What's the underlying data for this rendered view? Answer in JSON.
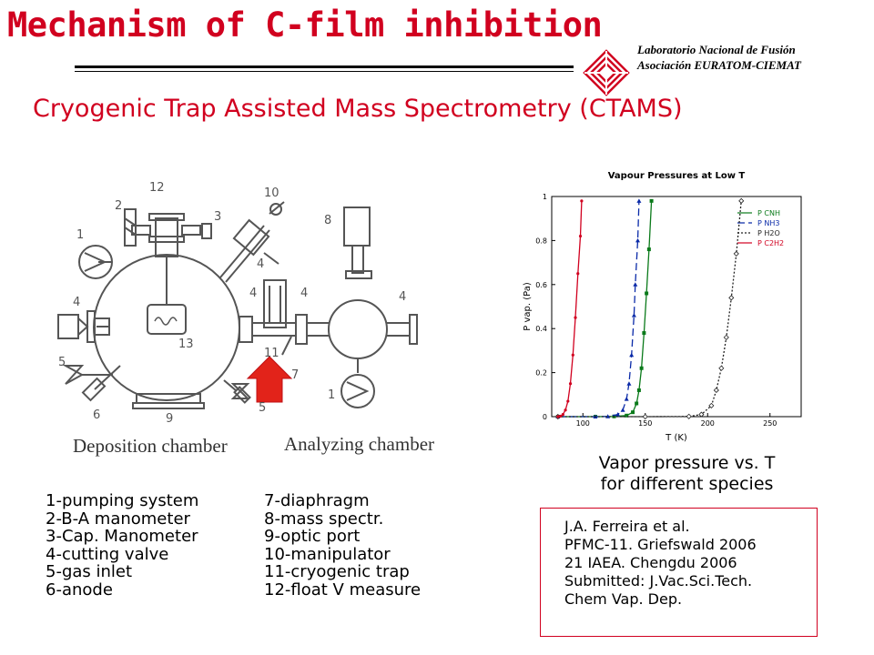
{
  "header": {
    "title": "Mechanism of C-film inhibition",
    "lab_line1": "Laboratorio Nacional de Fusión",
    "lab_line2": "Asociación EURATOM-CIEMAT",
    "subtitle": "Cryogenic Trap Assisted Mass Spectrometry (CTAMS)",
    "title_color": "#d1001f"
  },
  "diagram": {
    "deposition_caption": "Deposition chamber",
    "analyzing_caption": "Analyzing chamber",
    "numbers": [
      "1",
      "2",
      "3",
      "4",
      "4",
      "4",
      "4",
      "4",
      "5",
      "5",
      "6",
      "7",
      "8",
      "9",
      "10",
      "11",
      "12",
      "13",
      "1"
    ]
  },
  "legend": {
    "col1": [
      "1-pumping system",
      "2-B-A manometer",
      "3-Cap. Manometer",
      "4-cutting valve",
      "5-gas inlet",
      "6-anode"
    ],
    "col2": [
      "7-diaphragm",
      "8-mass spectr.",
      "9-optic port",
      "10-manipulator",
      "11-cryogenic trap",
      "12-float V measure"
    ]
  },
  "chart_caption": {
    "line1": "Vapor pressure vs. T",
    "line2": "for different species"
  },
  "references": [
    "J.A. Ferreira et al.",
    "PFMC-11. Griefswald 2006",
    "21 IAEA. Chengdu 2006",
    "Submitted: J.Vac.Sci.Tech.",
    "Chem Vap. Dep."
  ],
  "chart_data": {
    "type": "line",
    "title": "Vapour Pressures at Low T",
    "xlabel": "T (K)",
    "ylabel": "P vap. (Pa)",
    "xlim": [
      75,
      275
    ],
    "ylim": [
      0,
      1
    ],
    "xticks": [
      100,
      150,
      200,
      250
    ],
    "yticks": [
      0,
      0.2,
      0.4,
      0.6,
      0.8,
      1
    ],
    "grid": false,
    "legend_position": "top-right",
    "series": [
      {
        "name": "P CNH",
        "color": "#0a7a1a",
        "marker": "square",
        "style": "solid",
        "points": [
          [
            80,
            0
          ],
          [
            110,
            0
          ],
          [
            125,
            0.001
          ],
          [
            135,
            0.005
          ],
          [
            140,
            0.02
          ],
          [
            143,
            0.06
          ],
          [
            145,
            0.12
          ],
          [
            147,
            0.22
          ],
          [
            149,
            0.38
          ],
          [
            151,
            0.56
          ],
          [
            153,
            0.76
          ],
          [
            155,
            0.98
          ]
        ]
      },
      {
        "name": "P NH3",
        "color": "#0a2aa8",
        "marker": "triangle",
        "style": "dashed",
        "points": [
          [
            80,
            0
          ],
          [
            110,
            0
          ],
          [
            120,
            0.001
          ],
          [
            128,
            0.01
          ],
          [
            132,
            0.03
          ],
          [
            135,
            0.08
          ],
          [
            137,
            0.15
          ],
          [
            139,
            0.28
          ],
          [
            141,
            0.46
          ],
          [
            142,
            0.6
          ],
          [
            144,
            0.8
          ],
          [
            145,
            0.98
          ]
        ]
      },
      {
        "name": "P H2O",
        "color": "#222222",
        "marker": "diamond",
        "style": "dotted",
        "points": [
          [
            80,
            0
          ],
          [
            150,
            0
          ],
          [
            185,
            0.001
          ],
          [
            195,
            0.01
          ],
          [
            203,
            0.05
          ],
          [
            207,
            0.12
          ],
          [
            211,
            0.22
          ],
          [
            215,
            0.36
          ],
          [
            219,
            0.54
          ],
          [
            223,
            0.74
          ],
          [
            227,
            0.98
          ]
        ]
      },
      {
        "name": "P C2H2",
        "color": "#d1001f",
        "marker": "dot",
        "style": "solid",
        "points": [
          [
            80,
            0
          ],
          [
            82,
            0.002
          ],
          [
            84,
            0.01
          ],
          [
            86,
            0.03
          ],
          [
            88,
            0.07
          ],
          [
            90,
            0.15
          ],
          [
            92,
            0.28
          ],
          [
            94,
            0.45
          ],
          [
            96,
            0.65
          ],
          [
            98,
            0.82
          ],
          [
            99,
            0.98
          ]
        ]
      }
    ]
  }
}
